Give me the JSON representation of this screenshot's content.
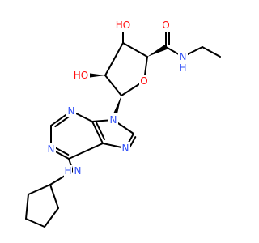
{
  "diagram": {
    "type": "chemical-structure",
    "background_color": "#ffffff",
    "bond_color": "#000000",
    "atom_colors": {
      "O": "#ff0d0d",
      "N": "#3050f8",
      "C": "#000000"
    },
    "labels": {
      "o_carbonyl": "O",
      "n_amide": "N",
      "h_amide": "H",
      "o_ring": "O",
      "oh_upper": "HO",
      "oh_lower": "HO",
      "n9": "N",
      "n3": "N",
      "n1": "N",
      "n7": "N",
      "n_amine": "N",
      "h_amine": "H"
    }
  }
}
